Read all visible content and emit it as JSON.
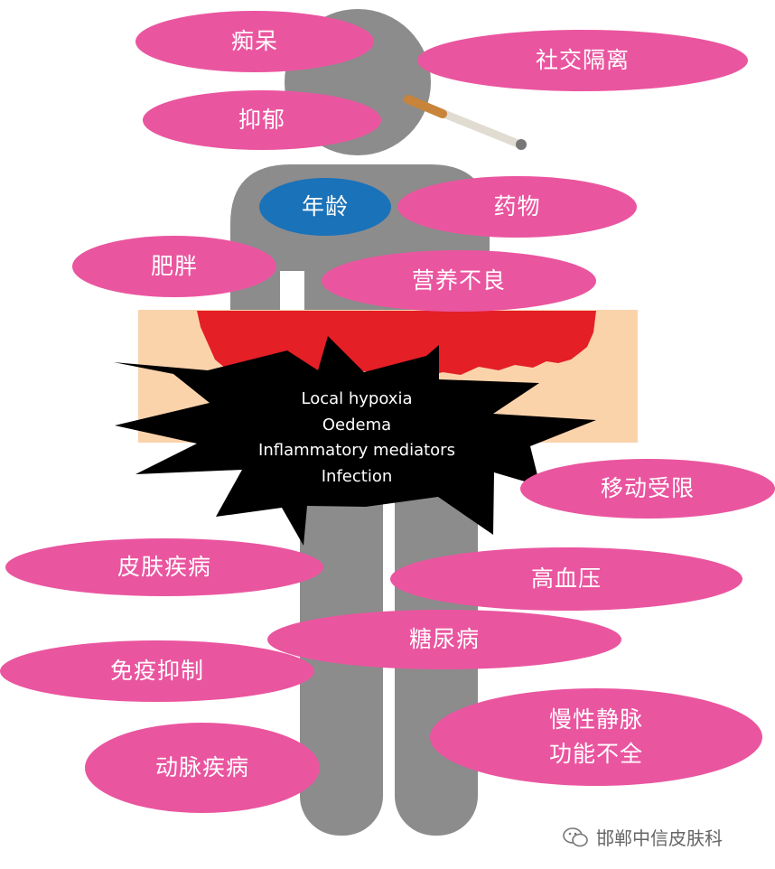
{
  "bubbles": [
    {
      "id": "dementia",
      "text": "痴呆"
    },
    {
      "id": "social-isolation",
      "text": "社交隔离"
    },
    {
      "id": "depression",
      "text": "抑郁"
    },
    {
      "id": "age",
      "text": "年龄"
    },
    {
      "id": "medication",
      "text": "药物"
    },
    {
      "id": "obesity",
      "text": "肥胖"
    },
    {
      "id": "malnutrition",
      "text": "营养不良"
    },
    {
      "id": "mobility",
      "text": "移动受限"
    },
    {
      "id": "skin-disease",
      "text": "皮肤疾病"
    },
    {
      "id": "hypertension",
      "text": "高血压"
    },
    {
      "id": "diabetes",
      "text": "糖尿病"
    },
    {
      "id": "immunosuppression",
      "text": "免疫抑制"
    },
    {
      "id": "venous-line1",
      "text": "慢性静脉"
    },
    {
      "id": "venous-line2",
      "text": "功能不全"
    },
    {
      "id": "arterial",
      "text": "动脉疾病"
    }
  ],
  "wound": {
    "lines": [
      "Local hypoxia",
      "Oedema",
      "Inflammatory mediators",
      "Infection"
    ]
  },
  "watermark": {
    "icon": "wechat-icon",
    "text": "邯郸中信皮肤科"
  },
  "colors": {
    "bubble": "#ea559f",
    "age_bubble": "#1a72b9",
    "figure": "#8c8c8c",
    "bandage": "#fbd3ab",
    "blood": "#e41f26",
    "burst": "#000000"
  }
}
